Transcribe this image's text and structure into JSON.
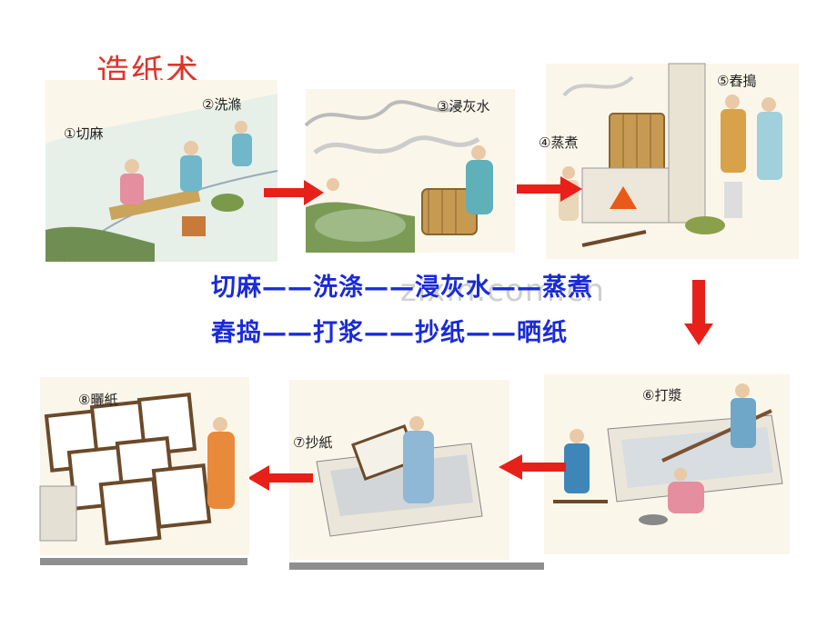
{
  "title": "造纸术",
  "steps": [
    {
      "label": "①切麻"
    },
    {
      "label": "②洗滌"
    },
    {
      "label": "③浸灰水"
    },
    {
      "label": "④蒸煮"
    },
    {
      "label": "⑤舂搗"
    },
    {
      "label": "⑥打漿"
    },
    {
      "label": "⑦抄紙"
    },
    {
      "label": "⑧曬紙"
    }
  ],
  "summary": {
    "line1": "切麻——洗涤——浸灰水——蒸煮",
    "line2": "舂捣——打浆——抄纸——晒纸"
  },
  "watermark": "zixin.com.cn",
  "colors": {
    "title": "#e0342a",
    "summary": "#1a2bd6",
    "arrow": "#e8201a"
  }
}
